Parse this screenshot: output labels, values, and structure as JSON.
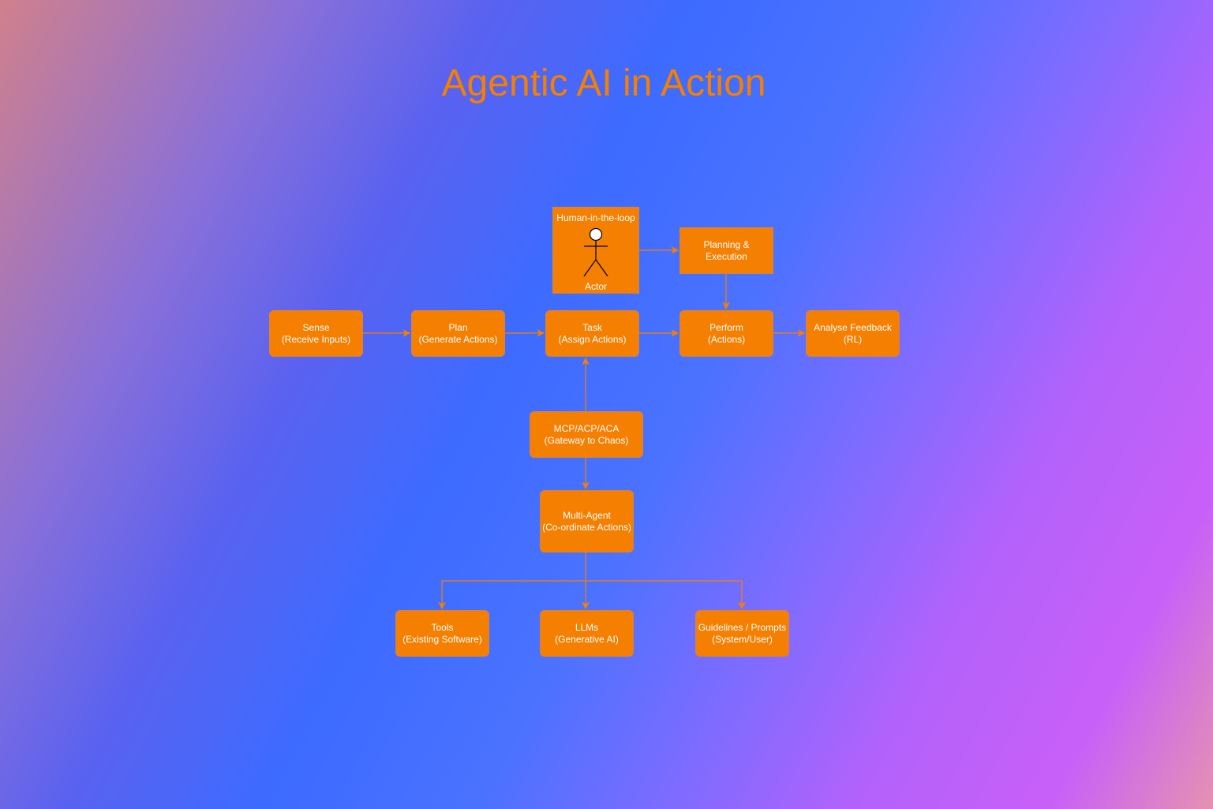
{
  "title": "Agentic AI in Action",
  "colors": {
    "accent": "#f57f00"
  },
  "nodes": {
    "human": {
      "label": "Human-in-the-loop",
      "actor": "Actor"
    },
    "planning": {
      "l1": "Planning &",
      "l2": "Execution"
    },
    "sense": {
      "l1": "Sense",
      "l2": "(Receive Inputs)"
    },
    "plan": {
      "l1": "Plan",
      "l2": "(Generate Actions)"
    },
    "task": {
      "l1": "Task",
      "l2": "(Assign Actions)"
    },
    "perform": {
      "l1": "Perform",
      "l2": "(Actions)"
    },
    "analyse": {
      "l1": "Analyse Feedback",
      "l2": "(RL)"
    },
    "mcp": {
      "l1": "MCP/ACP/ACA",
      "l2": "(Gateway to Chaos)"
    },
    "multi": {
      "l1": "Multi-Agent",
      "l2": "(Co-ordinate Actions)"
    },
    "tools": {
      "l1": "Tools",
      "l2": "(Existing Software)"
    },
    "llms": {
      "l1": "LLMs",
      "l2": "(Generative AI)"
    },
    "guidelines": {
      "l1": "Guidelines / Prompts",
      "l2": "(System/User)"
    }
  }
}
